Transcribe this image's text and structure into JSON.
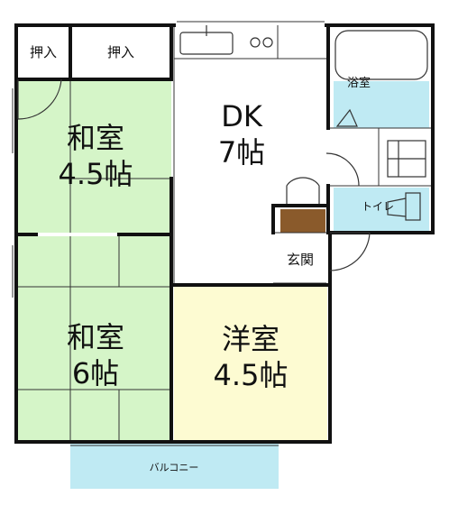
{
  "rooms": {
    "washitsu_a": {
      "name": "和室",
      "size": "4.5帖"
    },
    "washitsu_b": {
      "name": "和室",
      "size": "6帖"
    },
    "dk": {
      "name": "DK",
      "size": "7帖"
    },
    "youshitsu": {
      "name": "洋室",
      "size": "4.5帖"
    }
  },
  "labels": {
    "closet_1": "押入",
    "closet_2": "押入",
    "bath": "浴室",
    "toilet": "トイレ",
    "entrance": "玄関",
    "balcony": "バルコニー"
  },
  "colors": {
    "tatami": "#d5f5c8",
    "youshitsu": "#fdfbd2",
    "water": "#bfeaf3",
    "shoe_box": "#8a5a2b",
    "wall": "#111111"
  }
}
